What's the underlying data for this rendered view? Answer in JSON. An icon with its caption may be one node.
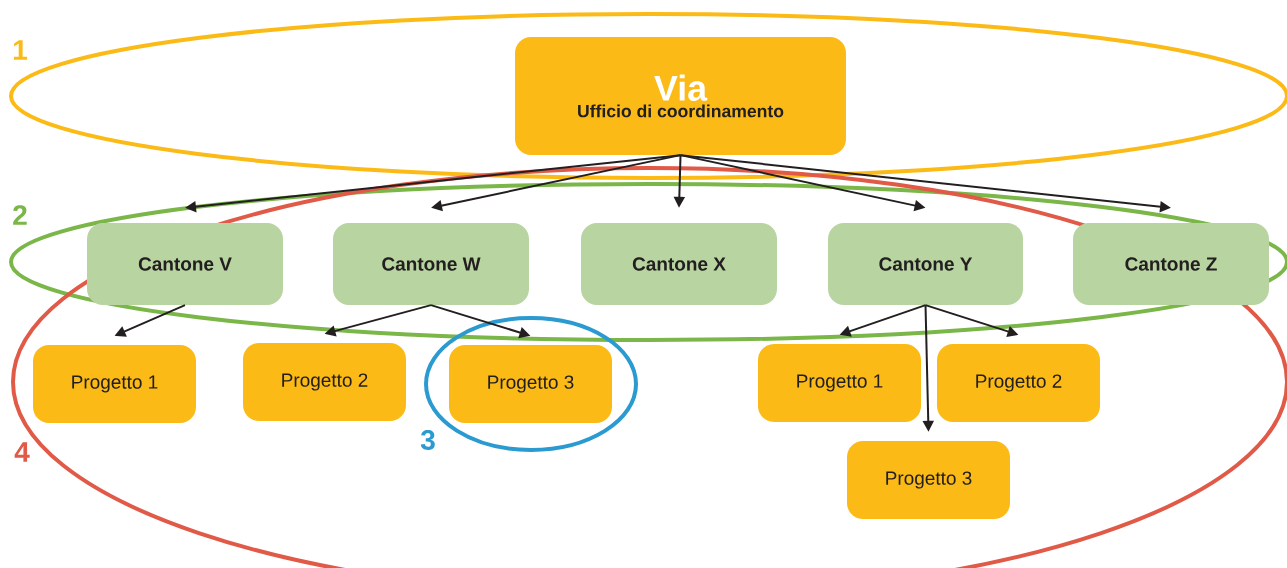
{
  "diagram": {
    "nodes": [
      {
        "text": [
          "Via",
          "Ufficio di coordinamento"
        ]
      },
      {
        "text": [
          "Cantone V"
        ]
      },
      {
        "text": [
          "Cantone W"
        ]
      },
      {
        "text": [
          "Cantone X"
        ]
      },
      {
        "text": [
          "Cantone Y"
        ]
      },
      {
        "text": [
          "Cantone Z"
        ]
      },
      {
        "text": [
          "Progetto 1"
        ]
      },
      {
        "text": [
          "Progetto 2"
        ]
      },
      {
        "text": [
          "Progetto 3"
        ]
      },
      {
        "text": [
          "Progetto 1"
        ]
      },
      {
        "text": [
          "Progetto 2"
        ]
      },
      {
        "text": [
          "Progetto 3"
        ]
      }
    ],
    "edges": [
      {
        "from": 0,
        "to": 1,
        "arrow": "to"
      },
      {
        "from": 0,
        "to": 2,
        "arrow": "to"
      },
      {
        "from": 0,
        "to": 3,
        "arrow": "to"
      },
      {
        "from": 0,
        "to": 4,
        "arrow": "to"
      },
      {
        "from": 0,
        "to": 5,
        "arrow": "to"
      },
      {
        "from": 1,
        "to": 6,
        "arrow": "to"
      },
      {
        "from": 2,
        "to": 7,
        "arrow": "to"
      },
      {
        "from": 2,
        "to": 8,
        "arrow": "to"
      },
      {
        "from": 4,
        "to": 9,
        "arrow": "to"
      },
      {
        "from": 4,
        "to": 10,
        "arrow": "to"
      },
      {
        "from": 4,
        "to": 11,
        "arrow": "to"
      }
    ],
    "labels": [
      "1",
      "2",
      "3",
      "4"
    ]
  }
}
